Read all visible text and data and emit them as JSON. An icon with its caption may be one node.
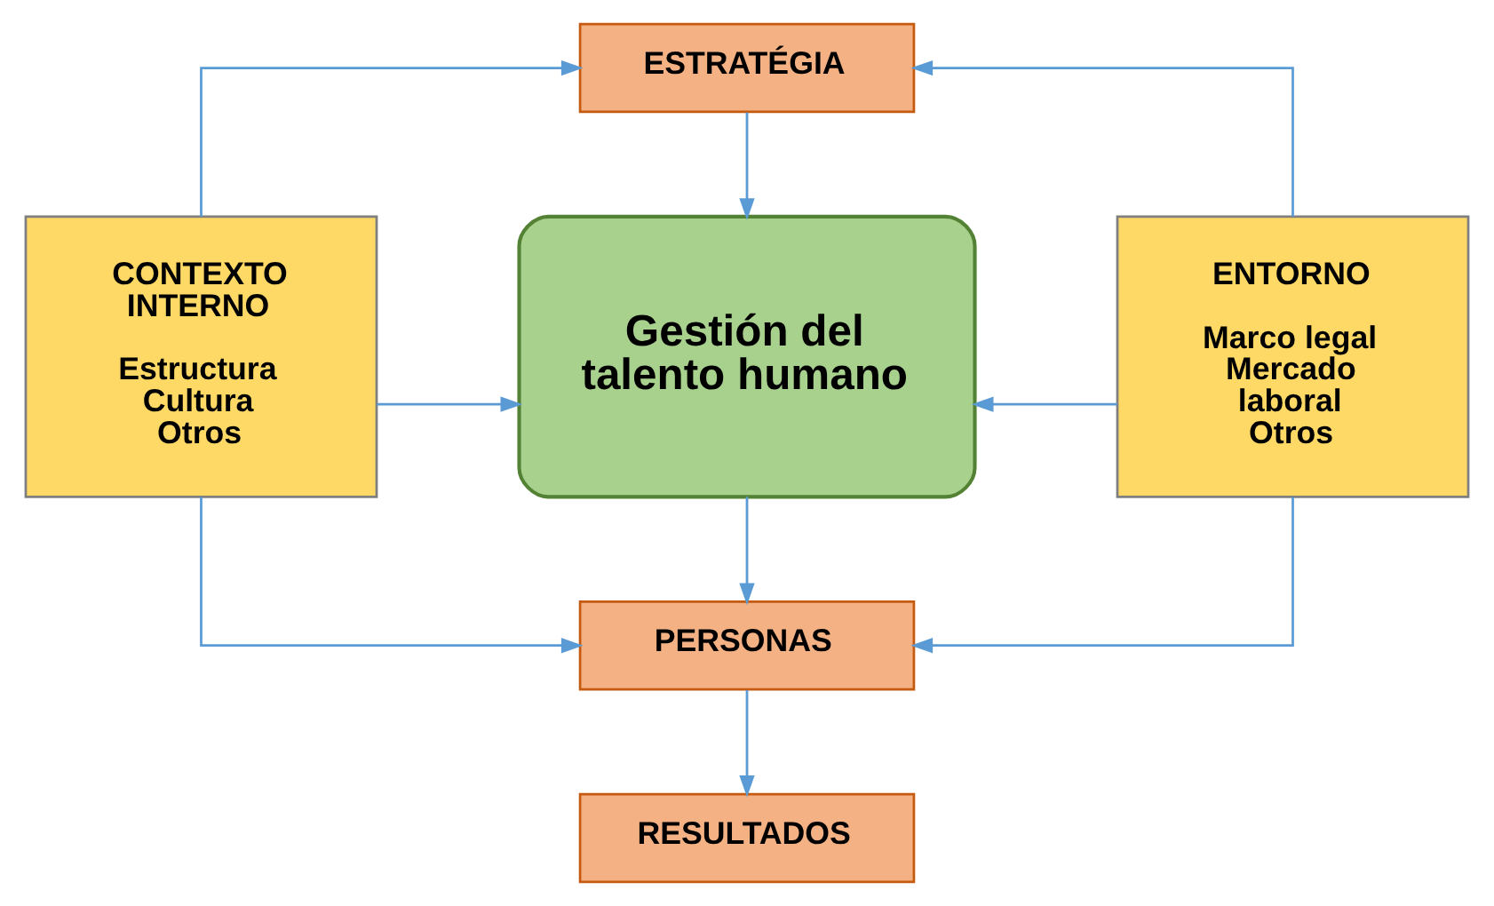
{
  "diagram": {
    "nodes": [
      {
        "text": [
          "ESTRATÉGIA"
        ]
      },
      {
        "text": [
          "CONTEXTO INTERNO",
          "Estructura Cultura Otros"
        ]
      },
      {
        "text": [
          "Gestión del talento humano"
        ]
      },
      {
        "text": [
          "ENTORNO",
          "Marco legal Mercado laboral Otros"
        ]
      },
      {
        "text": [
          "PERSONAS"
        ]
      },
      {
        "text": [
          "RESULTADOS"
        ]
      }
    ],
    "edges": [
      {
        "from": 1,
        "to": 0,
        "arrow": "to"
      },
      {
        "from": 3,
        "to": 0,
        "arrow": "to"
      },
      {
        "from": 0,
        "to": 2,
        "arrow": "to"
      },
      {
        "from": 1,
        "to": 2,
        "arrow": "to"
      },
      {
        "from": 3,
        "to": 2,
        "arrow": "to"
      },
      {
        "from": 2,
        "to": 4,
        "arrow": "to"
      },
      {
        "from": 1,
        "to": 4,
        "arrow": "to"
      },
      {
        "from": 3,
        "to": 4,
        "arrow": "to"
      },
      {
        "from": 4,
        "to": 5,
        "arrow": "to"
      }
    ]
  }
}
